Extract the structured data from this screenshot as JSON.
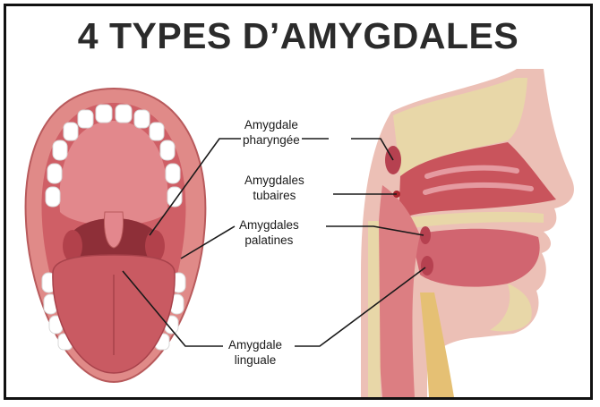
{
  "title": "4 TYPES D’AMYGDALES",
  "labels": {
    "pharyngeal": [
      "Amygdale",
      "pharyngée"
    ],
    "tubal": [
      "Amygdales",
      "tubaires"
    ],
    "palatine": [
      "Amygdales",
      "palatines"
    ],
    "lingual": [
      "Amygdale",
      "linguale"
    ]
  },
  "colors": {
    "lip": "#d9787a",
    "mouth_inner": "#d46a6e",
    "tongue": "#c65a60",
    "tooth": "#ffffff",
    "bone": "#e8d7a8",
    "tissue": "#e9a6a0",
    "nasal_cavity": "#c9545c",
    "tonsil_dot": "#a8262d"
  }
}
